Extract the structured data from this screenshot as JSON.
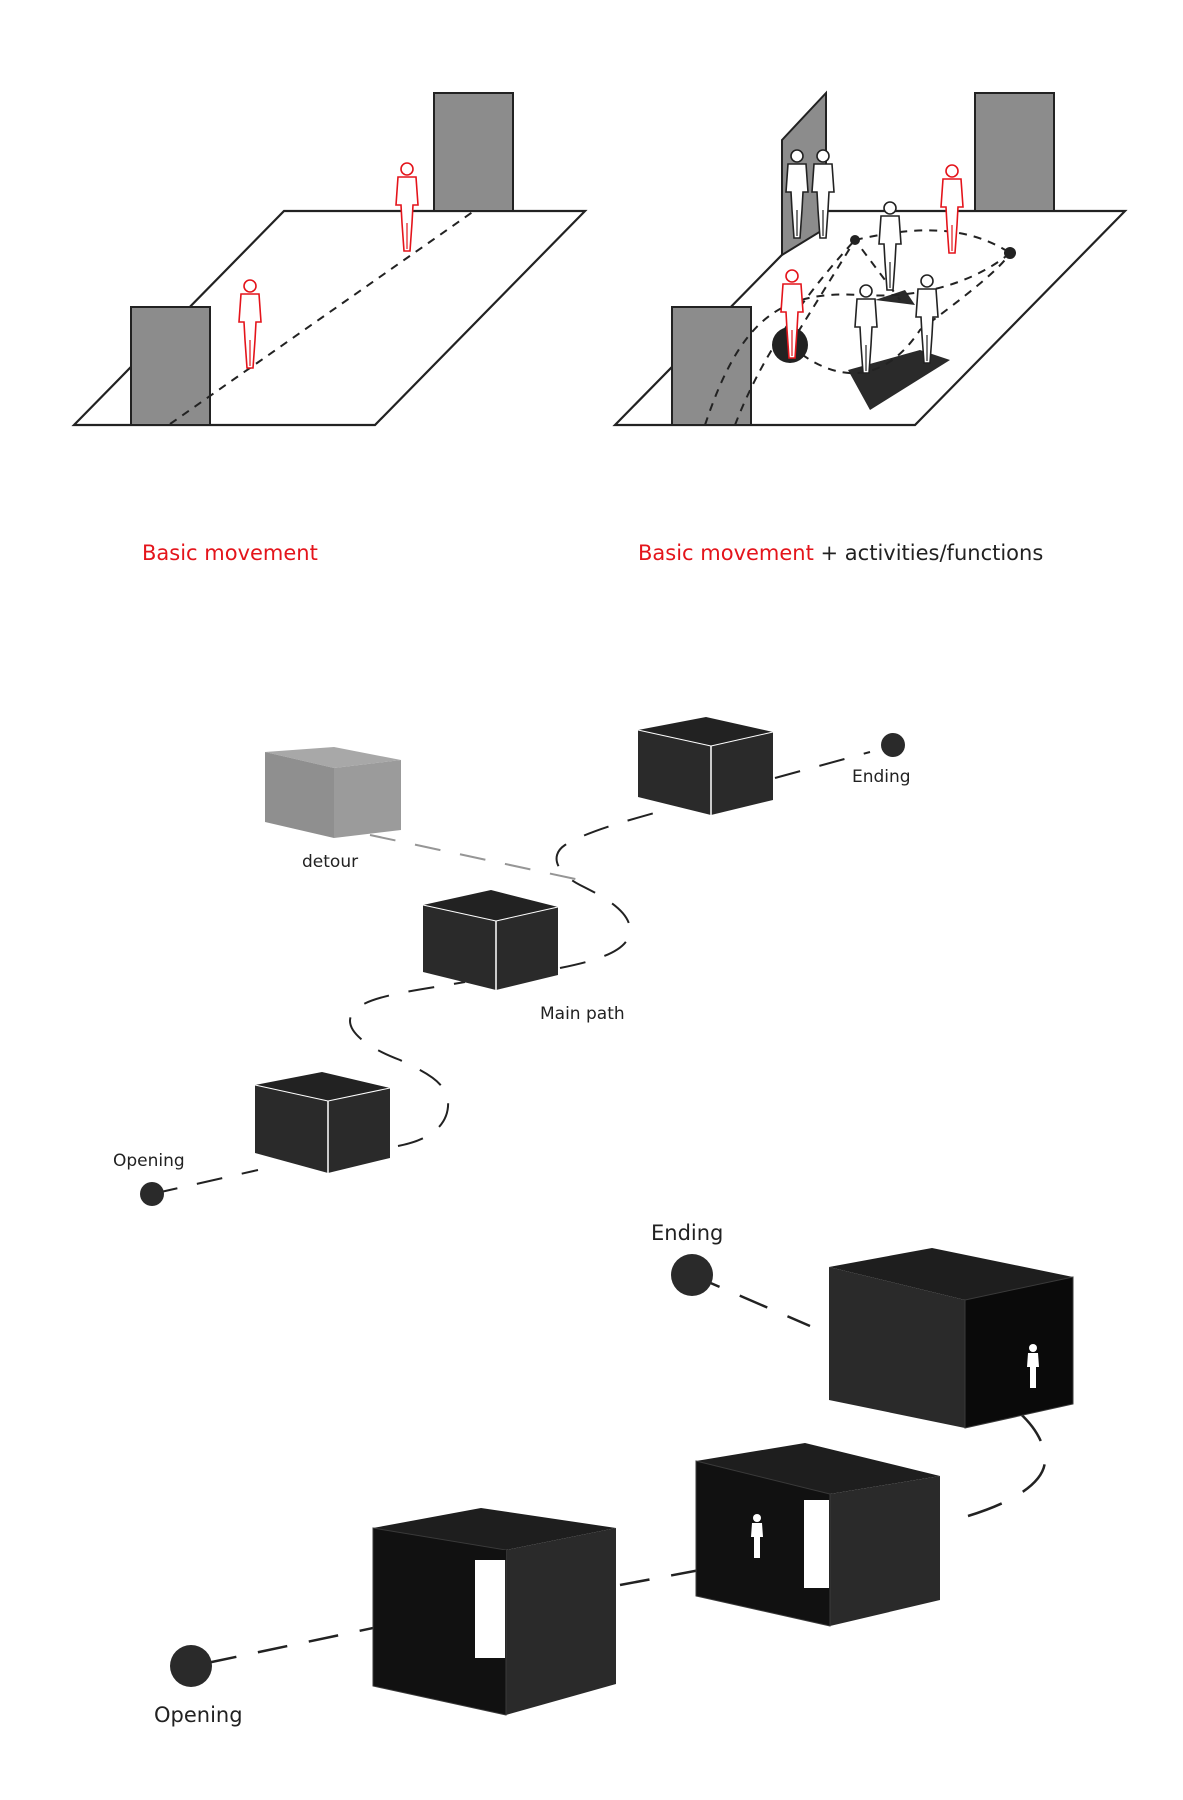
{
  "colors": {
    "accent_red": "#e4141b",
    "box_dark": "#2a2a2a",
    "door_gray": "#8c8c8c",
    "detour_gray": "#969696",
    "line": "#222222"
  },
  "captions": {
    "left_red": "Basic movement",
    "right_red": "Basic movement",
    "right_rest": " + activities/functions"
  },
  "sequence_diagram": {
    "opening": "Opening",
    "ending": "Ending",
    "detour": "detour",
    "main_path": "Main path"
  },
  "isometric_diagram": {
    "opening": "Opening",
    "ending": "Ending"
  }
}
